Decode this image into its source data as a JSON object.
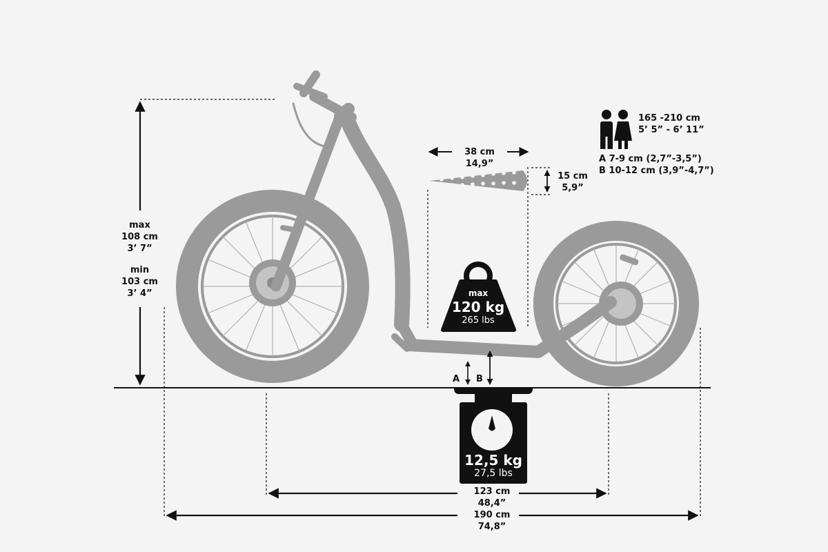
{
  "height": {
    "max_label": "max",
    "max_cm": "108 cm",
    "max_ft": "3’ 7”",
    "min_label": "min",
    "min_cm": "103 cm",
    "min_ft": "3’ 4”"
  },
  "rider": {
    "height_cm": "165 -210 cm",
    "height_ft": "5’ 5” - 6’ 11”",
    "clearance_a": "A 7-9 cm (2,7”-3,5”)",
    "clearance_b": "B 10-12 cm (3,9”-4,7”)"
  },
  "deck": {
    "length_cm": "38 cm",
    "length_in": "14,9”",
    "width_cm": "15 cm",
    "width_in": "5,9”"
  },
  "max_load": {
    "label": "max",
    "kg": "120 kg",
    "lbs": "265 lbs"
  },
  "weight": {
    "kg": "12,5 kg",
    "lbs": "27,5 lbs"
  },
  "markers": {
    "a": "A",
    "b": "B"
  },
  "wheelbase": {
    "cm": "123 cm",
    "in": "48,4”"
  },
  "total_length": {
    "cm": "190 cm",
    "in": "74,8”"
  },
  "icons": [
    "male-figure-icon",
    "female-figure-icon",
    "weight-icon",
    "scale-icon"
  ],
  "colors": {
    "bike": "#9a9a9a",
    "ink": "#111111",
    "background": "#f4f4f4"
  }
}
